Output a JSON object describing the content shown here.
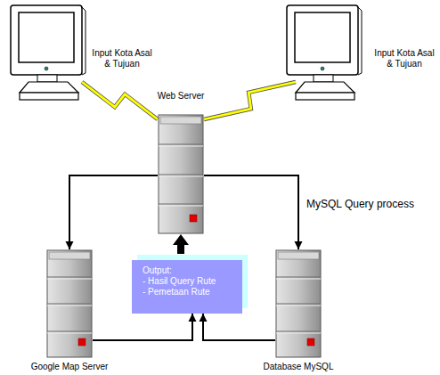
{
  "diagram": {
    "nodes": [
      {
        "text": [
          "Input Kota Asal & Tujuan"
        ]
      },
      {
        "text": [
          "Input Kota Asal & Tujuan"
        ]
      },
      {
        "text": [
          "Web Server"
        ]
      },
      {
        "text": [
          "Google Map Server"
        ]
      },
      {
        "text": [
          "Output:",
          "- Hasil Query Rute",
          "- Pemetaan Rute"
        ]
      },
      {
        "text": [
          "Database MySQL"
        ]
      }
    ],
    "edges": [
      {
        "from": 0,
        "to": 2,
        "arrow": "none"
      },
      {
        "from": 1,
        "to": 2,
        "arrow": "none"
      },
      {
        "from": 2,
        "to": 3,
        "arrow": "to"
      },
      {
        "from": 2,
        "to": 5,
        "label": "MySQL Query process",
        "arrow": "to"
      },
      {
        "from": 3,
        "to": 4,
        "arrow": "to"
      },
      {
        "from": 5,
        "to": 4,
        "arrow": "to"
      },
      {
        "from": 4,
        "to": 2,
        "arrow": "to"
      }
    ]
  }
}
